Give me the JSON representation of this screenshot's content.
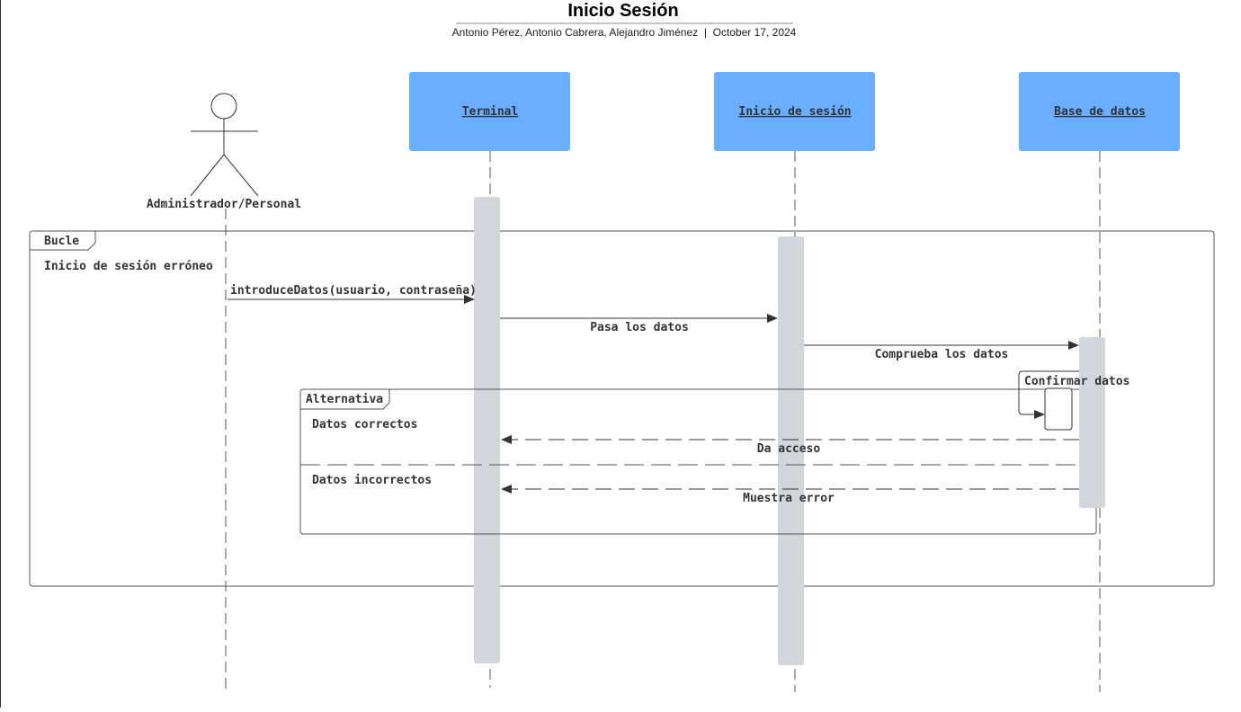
{
  "header": {
    "title": "Inicio Sesión",
    "subtitle": "Antonio Pérez, Antonio Cabrera, Alejandro Jiménez  |  October 17, 2024"
  },
  "actor": {
    "label": "Administrador/Personal"
  },
  "participants": [
    {
      "label": "Terminal"
    },
    {
      "label": "Inicio de sesión"
    },
    {
      "label": "Base de datos"
    }
  ],
  "loop_frame": {
    "tag": "Bucle",
    "guard": "Inicio de sesión erróneo"
  },
  "alt_frame": {
    "tag": "Alternativa",
    "guard_1": "Datos correctos",
    "guard_2": "Datos incorrectos"
  },
  "messages": {
    "m1": "introduceDatos(usuario, contraseña)",
    "m2": "Pasa los datos",
    "m3": "Comprueba los datos",
    "m4": "Confirmar datos",
    "m5": "Da acceso",
    "m6": "Muestra error"
  },
  "colors": {
    "participant_fill": "#6aaeff",
    "activation_fill": "#d1d5dc",
    "line": "#555555"
  }
}
